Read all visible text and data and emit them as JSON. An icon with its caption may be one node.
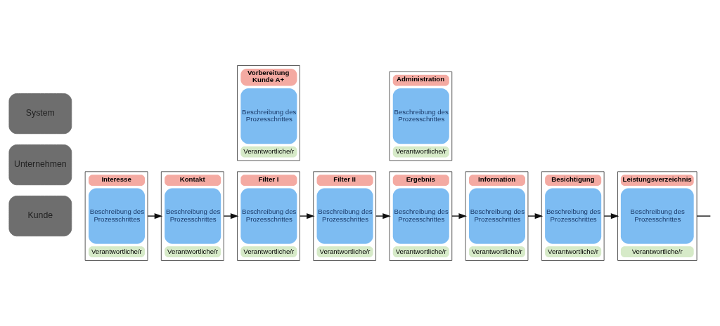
{
  "diagram": {
    "nodes": [
      {
        "text": [
          "System"
        ]
      },
      {
        "text": [
          "Unternehmen"
        ]
      },
      {
        "text": [
          "Kunde"
        ]
      },
      {
        "text": [
          "Interesse",
          "Beschreibung des Prozesschrittes",
          "Verantwortliche/r"
        ]
      },
      {
        "text": [
          "Kontakt",
          "Beschreibung des Prozesschrittes",
          "Verantwortliche/r"
        ]
      },
      {
        "text": [
          "Filter I",
          "Beschreibung des Prozesschrittes",
          "Verantwortliche/r"
        ]
      },
      {
        "text": [
          "Vorbereitung Kunde A+",
          "Beschreibung des Prozesschrittes",
          "Verantwortliche/r"
        ]
      },
      {
        "text": [
          "Filter II",
          "Beschreibung des Prozesschrittes",
          "Verantwortliche/r"
        ]
      },
      {
        "text": [
          "Ergebnis",
          "Beschreibung des Prozesschrittes",
          "Verantwortliche/r"
        ]
      },
      {
        "text": [
          "Administration",
          "Beschreibung des Prozesschrittes",
          "Verantwortliche/r"
        ]
      },
      {
        "text": [
          "Information",
          "Beschreibung des Prozesschrittes",
          "Verantwortliche/r"
        ]
      },
      {
        "text": [
          "Besichtigung",
          "Beschreibung des Prozesschrittes",
          "Verantwortliche/r"
        ]
      },
      {
        "text": [
          "Leistungsverzeichnis",
          "Beschreibung des Prozesschrittes",
          "Verantwortliche/r"
        ]
      }
    ],
    "edges": [
      {
        "from": 3,
        "to": 4,
        "arrow": "to"
      },
      {
        "from": 4,
        "to": 5,
        "arrow": "to"
      },
      {
        "from": 5,
        "to": 7,
        "arrow": "to"
      },
      {
        "from": 7,
        "to": 8,
        "arrow": "to"
      },
      {
        "from": 8,
        "to": 10,
        "arrow": "to"
      },
      {
        "from": 10,
        "to": 11,
        "arrow": "to"
      },
      {
        "from": 11,
        "to": 12,
        "arrow": "to"
      },
      {
        "from": 12,
        "to": null,
        "arrow": "none"
      }
    ]
  }
}
